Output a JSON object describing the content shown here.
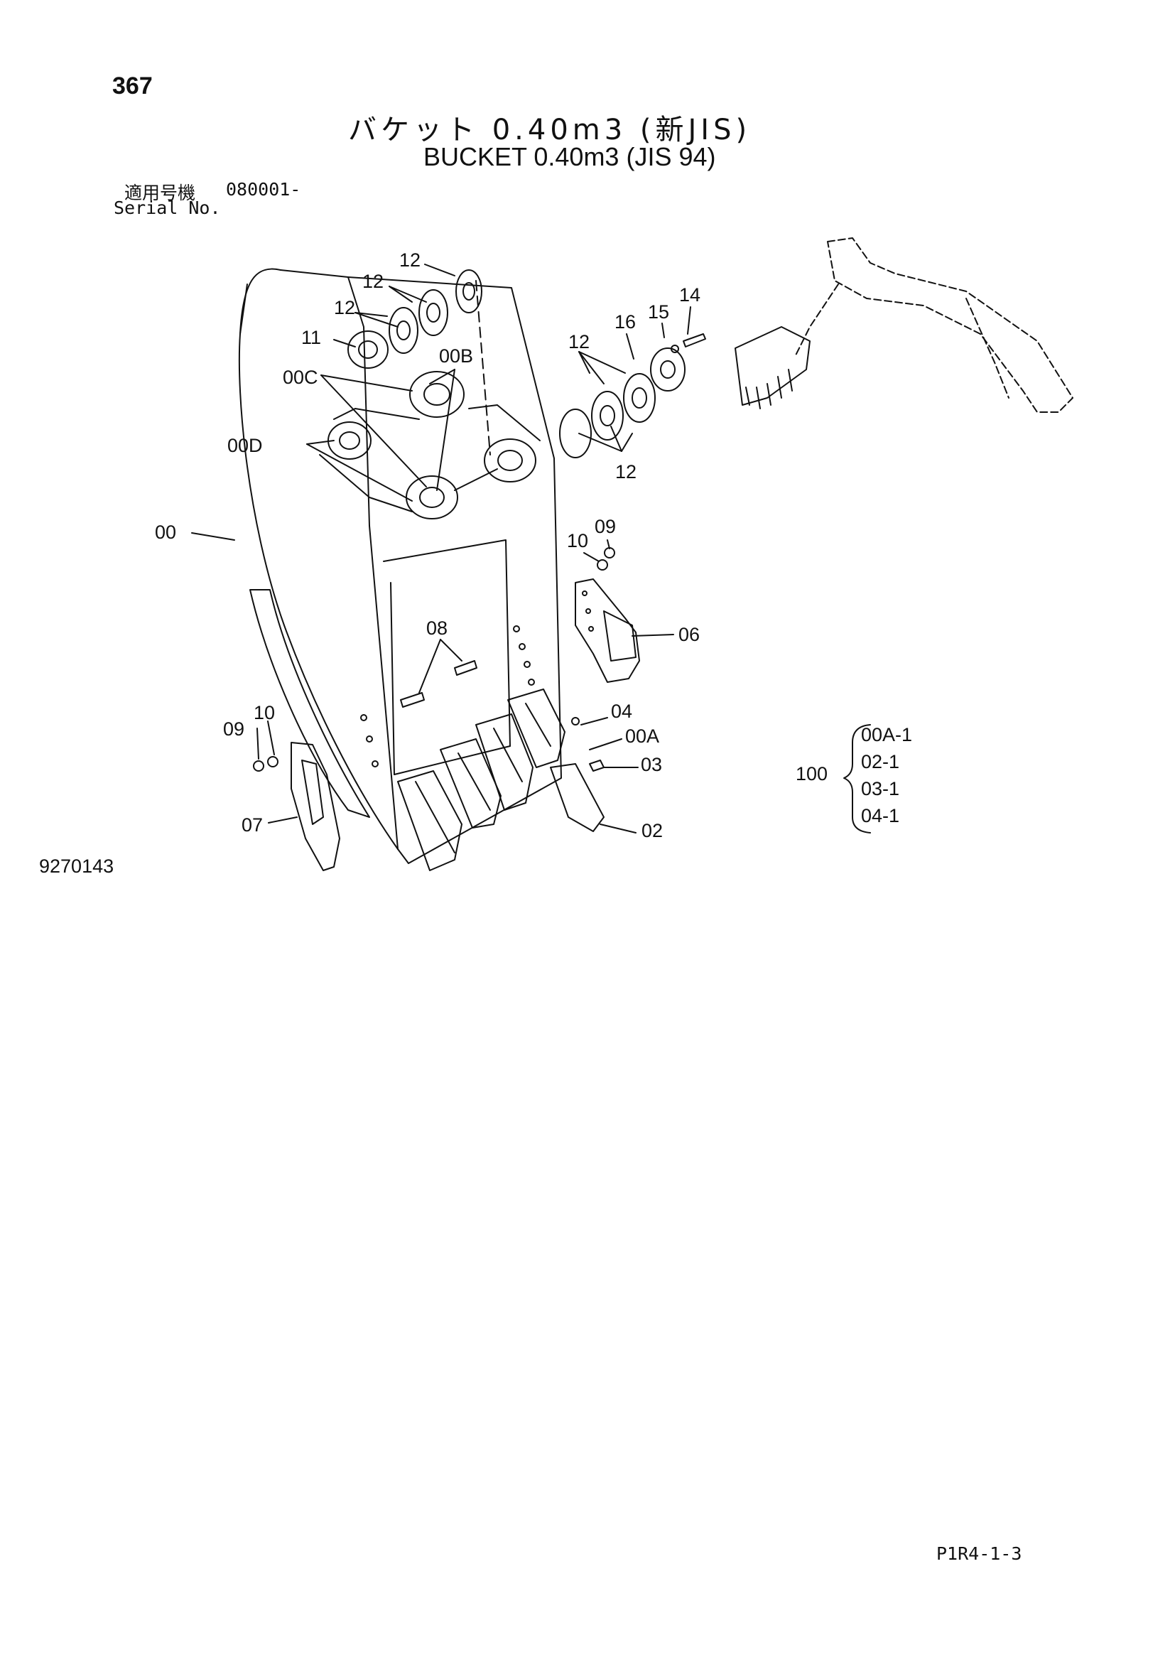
{
  "header": {
    "page_number": "367",
    "title_ja": "バケット 0.40m3 (新JIS)",
    "title_en": "BUCKET 0.40m3 (JIS 94)",
    "serial_label_ja": "適用号機",
    "serial_value": "080001-",
    "serial_label_en": "Serial No."
  },
  "callouts": {
    "c12a": "12",
    "c12b": "12",
    "c12c": "12",
    "c12d": "12",
    "c12e": "12",
    "c11": "11",
    "c00C": "00C",
    "c00B": "00B",
    "c00D": "00D",
    "c00": "00",
    "c16": "16",
    "c15": "15",
    "c14": "14",
    "c10r": "10",
    "c09r": "09",
    "c06": "06",
    "c08": "08",
    "c04": "04",
    "c00A": "00A",
    "c03": "03",
    "c02": "02",
    "c09l": "09",
    "c10l": "10",
    "c07": "07"
  },
  "kit": {
    "label": "100",
    "items": [
      "00A-1",
      "02-1",
      "03-1",
      "04-1"
    ]
  },
  "footer": {
    "drawing_number": "9270143",
    "page_code": "P1R4-1-3"
  }
}
